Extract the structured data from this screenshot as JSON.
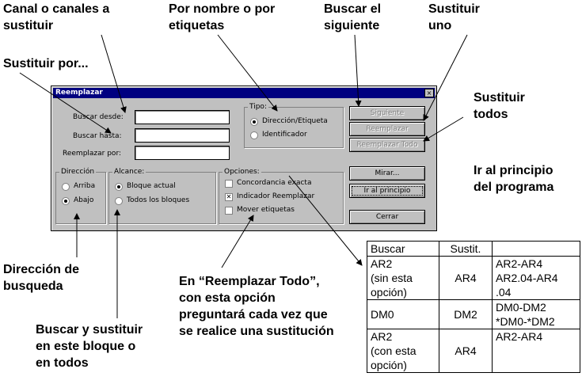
{
  "callouts": {
    "canal": "Canal o canales a\nsustituir",
    "nombre": "Por nombre o por\netiquetas",
    "buscar_sig": "Buscar el\nsiguiente",
    "sust_uno": "Sustituir\nuno",
    "sust_por": "Sustituir por...",
    "sust_todos": "Sustituir\ntodos",
    "ir_principio": "Ir al principio\ndel programa",
    "direccion": "Dirección de\nbusqueda",
    "reemplazar_todo": "En “Reemplazar Todo”,\ncon esta opción\npreguntará cada vez que\nse realice una sustitución",
    "buscar_bloque": "Buscar y sustituir\nen este bloque o\nen todos"
  },
  "dialog": {
    "title": "Reemplazar",
    "close": "×",
    "buscar_desde": "Buscar desde:",
    "buscar_hasta": "Buscar hasta:",
    "reemplazar_por": "Reemplazar por:",
    "tipo": {
      "title": "Tipo:",
      "opt1": "Dirección/Etiqueta",
      "opt2": "Identificador",
      "selected": "Dirección/Etiqueta"
    },
    "direccion": {
      "title": "Dirección",
      "opt1": "Arriba",
      "opt2": "Abajo",
      "selected": "Abajo"
    },
    "alcance": {
      "title": "Alcance:",
      "opt1": "Bloque actual",
      "opt2": "Todos los bloques",
      "selected": "Bloque actual"
    },
    "opciones": {
      "title": "Opciones:",
      "opt1": "Concordancia exacta",
      "opt2": "Indicador Reemplazar",
      "opt3": "Mover etiquetas",
      "checked": [
        "Indicador Reemplazar"
      ]
    },
    "buttons": {
      "siguiente": "Siguiente",
      "reemplazar": "Reemplazar",
      "reemplazar_todo": "Reemplazar Todo",
      "mirar": "Mirar...",
      "ir_principio": "Ir al principio",
      "cerrar": "Cerrar"
    }
  },
  "table": {
    "headers": [
      "Buscar",
      "Sustit.",
      ""
    ],
    "rows": [
      [
        "AR2\n(sin esta\nopción)",
        "AR4",
        "AR2-AR4\nAR2.04-AR4\n.04"
      ],
      [
        "DM0",
        "DM2",
        "DM0-DM2\n*DM0-*DM2"
      ],
      [
        "AR2\n(con esta\nopción)",
        "AR4",
        "AR2-AR4"
      ]
    ]
  }
}
